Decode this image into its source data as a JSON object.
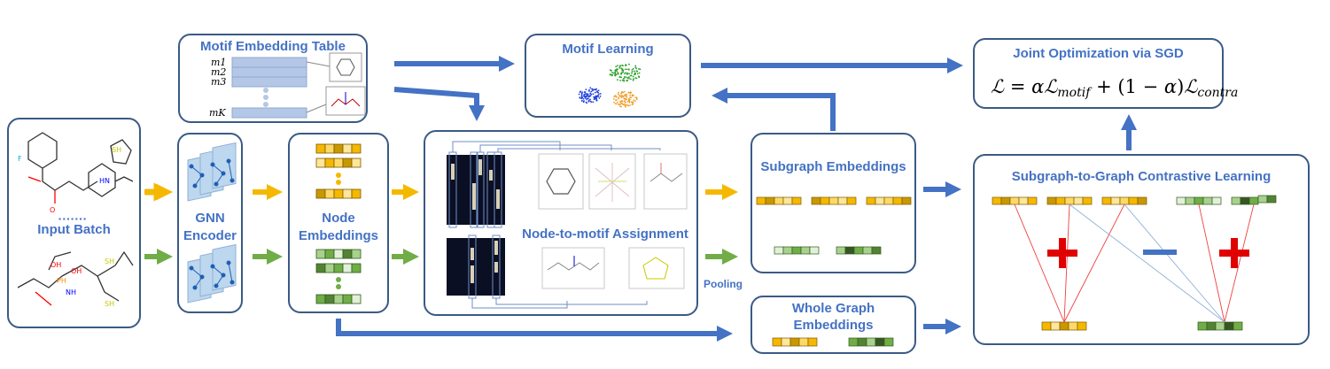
{
  "blocks": {
    "input_batch": "Input Batch",
    "dots": "·······",
    "gnn_line1": "GNN",
    "gnn_line2": "Encoder",
    "node_line1": "Node",
    "node_line2": "Embeddings",
    "motif_table": "Motif Embedding Table",
    "motif_learning": "Motif Learning",
    "assignment": "Node-to-motif Assignment",
    "subgraph_embeddings": "Subgraph Embeddings",
    "whole_line1": "Whole Graph",
    "whole_line2": "Embeddings",
    "pooling": "Pooling",
    "joint_opt": "Joint Optimization via SGD",
    "contrastive": "Subgraph-to-Graph Contrastive Learning"
  },
  "motif_rows": [
    "m1",
    "m2",
    "m3",
    "mK"
  ],
  "molecule_labels": [
    "OH",
    "OH",
    "SH",
    "SH",
    "NH",
    "PH",
    "SH",
    "F",
    "HN",
    "O"
  ],
  "colors": {
    "box_border": "#3a5a86",
    "title_blue": "#4472c4",
    "arrow_blue": "#4472c4",
    "arrow_yellow": "#f5b800",
    "arrow_green": "#70ad47",
    "plus_red": "#e00000",
    "minus_blue": "#4472c4"
  }
}
